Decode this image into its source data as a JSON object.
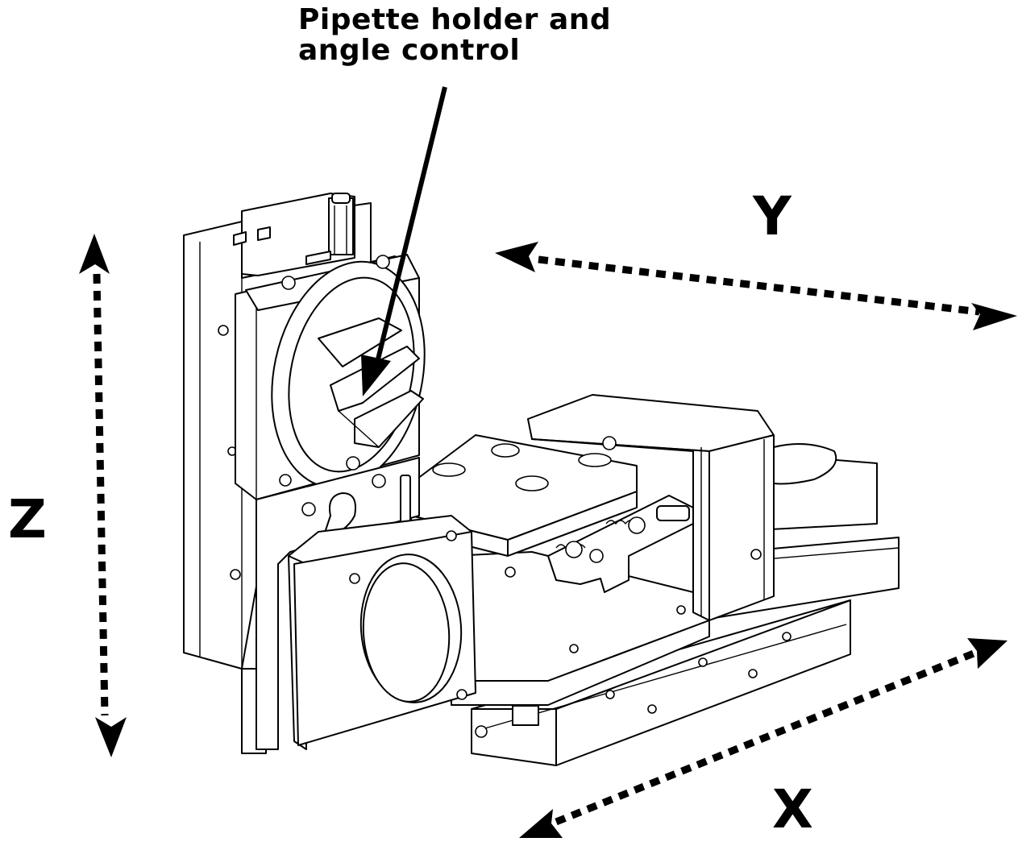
{
  "caption": {
    "line1": "Pipette holder and",
    "line2": "angle control"
  },
  "axes": {
    "y": "Y",
    "z": "Z",
    "x": "X"
  },
  "colors": {
    "ink": "#000000",
    "paper": "#ffffff"
  }
}
